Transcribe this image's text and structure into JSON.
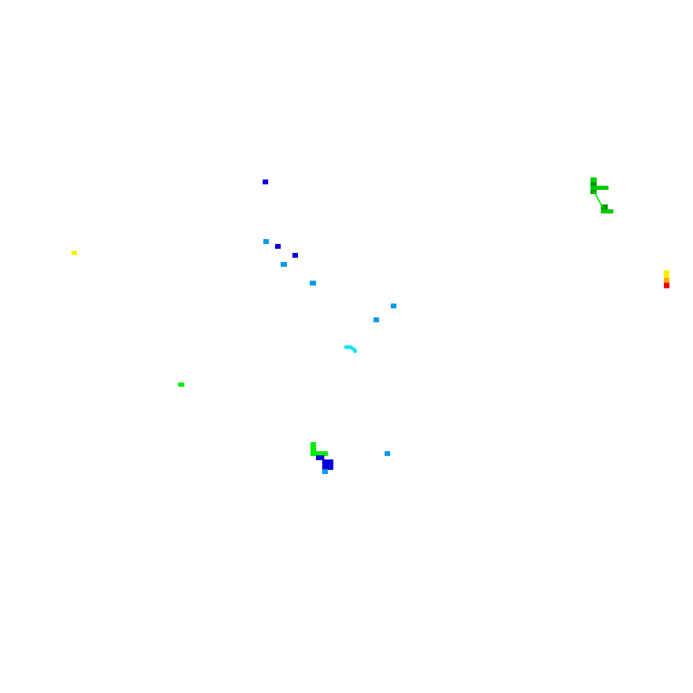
{
  "map": {
    "background": "#ffffff",
    "legend_palette": {
      "dark_blue": "#0000dd",
      "medium_blue": "#0099ee",
      "cyan": "#00e6f0",
      "green": "#00ee00",
      "dark_green": "#009900",
      "mid_green": "#00cc00",
      "yellow": "#ffee00",
      "orange": "#ffaa00",
      "red": "#ee0000"
    },
    "features": [
      {
        "id": "blue-1",
        "kind": "pixel-cluster",
        "color_key": "dark_blue"
      },
      {
        "id": "blue-2",
        "kind": "pixel-cluster",
        "color_key": "medium_blue"
      },
      {
        "id": "blue-3",
        "kind": "pixel-cluster",
        "color_key": "dark_blue"
      },
      {
        "id": "blue-4",
        "kind": "pixel-cluster",
        "color_key": "dark_blue"
      },
      {
        "id": "blue-5",
        "kind": "pixel-cluster",
        "color_key": "medium_blue"
      },
      {
        "id": "blue-6",
        "kind": "pixel-cluster",
        "color_key": "medium_blue"
      },
      {
        "id": "blue-7",
        "kind": "pixel-cluster",
        "color_key": "medium_blue"
      },
      {
        "id": "blue-8",
        "kind": "pixel-cluster",
        "color_key": "medium_blue"
      },
      {
        "id": "blue-9",
        "kind": "pixel-cluster",
        "color_key": "medium_blue"
      },
      {
        "id": "cyan-arc",
        "kind": "track",
        "color_key": "cyan"
      },
      {
        "id": "yellow-1",
        "kind": "pixel-cluster",
        "color_key": "yellow"
      },
      {
        "id": "green-1",
        "kind": "pixel-cluster",
        "color_key": "green"
      },
      {
        "id": "green-l-shape",
        "kind": "pixel-cluster",
        "color_key": "green"
      },
      {
        "id": "blue-block",
        "kind": "pixel-cluster",
        "color_key": "dark_blue"
      },
      {
        "id": "green-track-ne",
        "kind": "track",
        "color_key": "dark_green"
      },
      {
        "id": "edge-column",
        "kind": "pixel-cluster",
        "color_key": "yellow"
      }
    ]
  }
}
